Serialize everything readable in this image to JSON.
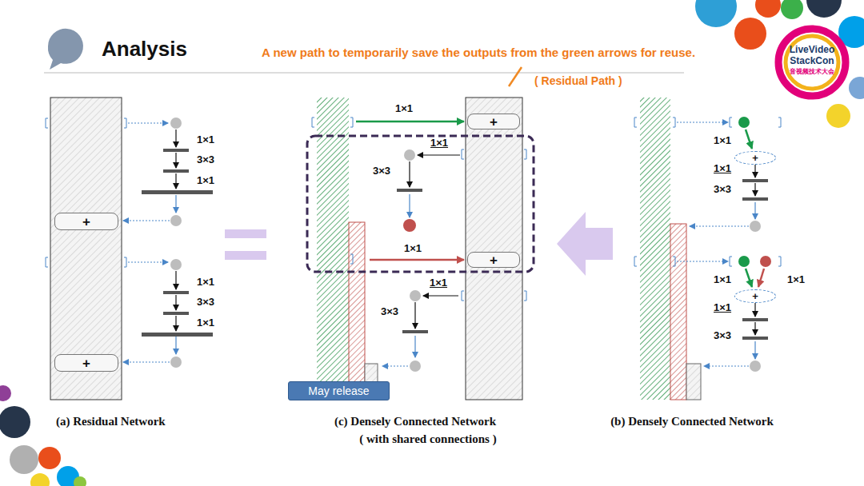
{
  "diagram": {
    "title": "Analysis",
    "nodes": [
      {
        "text": [
          "+"
        ]
      },
      {
        "text": [
          "+"
        ]
      },
      {
        "text": [
          "+"
        ]
      },
      {
        "text": [
          "+"
        ]
      },
      {
        "text": [
          "+"
        ]
      },
      {
        "text": [
          "+"
        ]
      },
      {
        "text": [
          "May release"
        ]
      }
    ],
    "labels": [
      "A new path to temporarily save the outputs from the green arrows for reuse.",
      "( Residual Path )",
      "LiveVideo",
      "StackCon",
      "音视频技术大会",
      "1×1",
      "3×3",
      "1×1",
      "1×1",
      "3×3",
      "1×1",
      "1×1",
      "1×1",
      "3×3",
      "1×1",
      "1×1",
      "3×3",
      "1×1",
      "1×1",
      "3×3",
      "1×1",
      "1×1",
      "1×1",
      "3×3",
      "(a) Residual Network",
      "(c) Densely Connected Network",
      "( with shared connections )",
      "(b) Densely Connected Network"
    ]
  }
}
